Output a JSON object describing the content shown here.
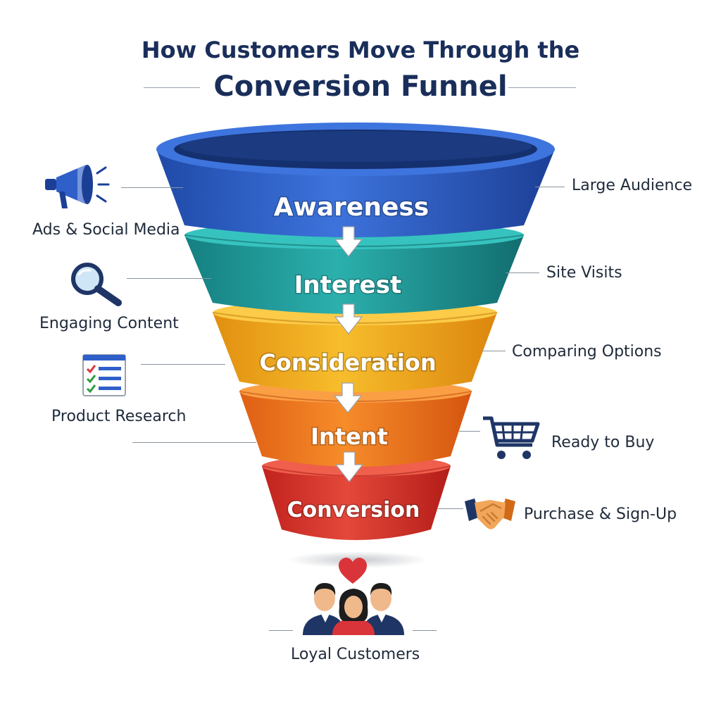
{
  "title": {
    "line1": "How Customers Move Through the",
    "line2": "Conversion Funnel"
  },
  "stages": [
    {
      "name": "Awareness",
      "left_label": "Ads & Social Media",
      "right_label": "Large Audience",
      "color": "#2f5fc9"
    },
    {
      "name": "Interest",
      "left_label": "Engaging Content",
      "right_label": "Site Visits",
      "color": "#1f9a9a"
    },
    {
      "name": "Consideration",
      "left_label": "Product Research",
      "right_label": "Comparing Options",
      "color": "#f0a81e"
    },
    {
      "name": "Intent",
      "left_label": "",
      "right_label": "Ready to Buy",
      "color": "#f07a1e"
    },
    {
      "name": "Conversion",
      "left_label": "",
      "right_label": "Purchase & Sign-Up",
      "color": "#d9342b"
    }
  ],
  "outcome": {
    "label": "Loyal Customers",
    "heart_color": "#d9343a"
  },
  "icons": {
    "awareness": "megaphone-icon",
    "interest": "magnifier-icon",
    "consideration": "checklist-icon",
    "intent": "shopping-cart-icon",
    "conversion": "handshake-icon",
    "outcome": "customers-group-icon"
  }
}
